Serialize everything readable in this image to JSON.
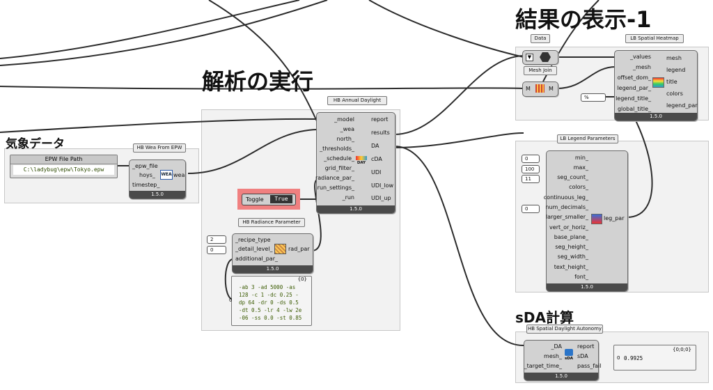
{
  "headings": {
    "result": "結果の表示-1",
    "analysis": "解析の実行",
    "weather": "気象データ",
    "sda": "sDA計算"
  },
  "version": "1.5.0",
  "epw": {
    "title": "EPW File Path",
    "value": "C:\\ladybug\\epw\\Tokyo.epw"
  },
  "wea": {
    "title": "HB Wea From EPW",
    "inputs": [
      "_epw_file",
      "hoys_",
      "timestep_"
    ],
    "output": "wea",
    "icon_label": "WEA"
  },
  "toggle": {
    "label": "Toggle",
    "value": "True"
  },
  "annual": {
    "title": "HB Annual Daylight",
    "inputs": [
      "_model",
      "_wea",
      "north_",
      "_thresholds_",
      "_schedule_",
      "grid_filter_",
      "radiance_par_",
      "run_settings_",
      "_run"
    ],
    "outputs": [
      "report",
      "results",
      "DA",
      "cDA",
      "UDI",
      "UDI_low",
      "UDI_up"
    ],
    "icon_label": "DAY"
  },
  "radpar": {
    "title": "HB Radiance Parameter",
    "inputs": [
      "_recipe_type",
      "_detail_level_",
      "additional_par_"
    ],
    "output": "rad_par",
    "num1": "2",
    "num2": "0"
  },
  "radpanel": {
    "header": "{0}",
    "index": "0",
    "text": "-ab 3 -ad 5000 -as\n128 -c 1 -dc 0.25 -\ndp 64 -dr 0 -ds 0.5\n-dt 0.5 -lr 4 -lw 2e\n-06 -ss 0.0 -st 0.85"
  },
  "data": {
    "title": "Data"
  },
  "meshjoin": {
    "title": "Mesh Join",
    "in": "M",
    "out": "M"
  },
  "heatmap": {
    "title": "LB Spatial Heatmap",
    "inputs": [
      "_values",
      "_mesh",
      "offset_dom_",
      "legend_par_",
      "legend_title_",
      "global_title_"
    ],
    "outputs": [
      "mesh",
      "legend",
      "title",
      "colors",
      "legend_par"
    ],
    "pct": "%"
  },
  "legend": {
    "title": "LB Legend Parameters",
    "inputs": [
      "min_",
      "max_",
      "seg_count_",
      "colors_",
      "continuous_leg_",
      "num_decimals_",
      "larger_smaller_",
      "vert_or_horiz_",
      "base_plane_",
      "seg_height_",
      "seg_width_",
      "text_height_",
      "font_"
    ],
    "output": "leg_par",
    "num_min": "0",
    "num_max": "100",
    "num_seg": "11",
    "num_dec": "0"
  },
  "sda": {
    "title": "HB Spatial Daylight Autonomy",
    "inputs": [
      "_DA",
      "mesh_",
      "_target_time_"
    ],
    "outputs": [
      "report",
      "sDA",
      "pass_fail"
    ],
    "icon_label": "sDA"
  },
  "sdapanel": {
    "header": "{0;0;0}",
    "index": "0",
    "value": "0.9925"
  },
  "colors": {
    "wire": "#2b2b2b",
    "component": "#d2d2d2",
    "group": "#e8e8e8",
    "toggle_highlight": "#f08080"
  }
}
